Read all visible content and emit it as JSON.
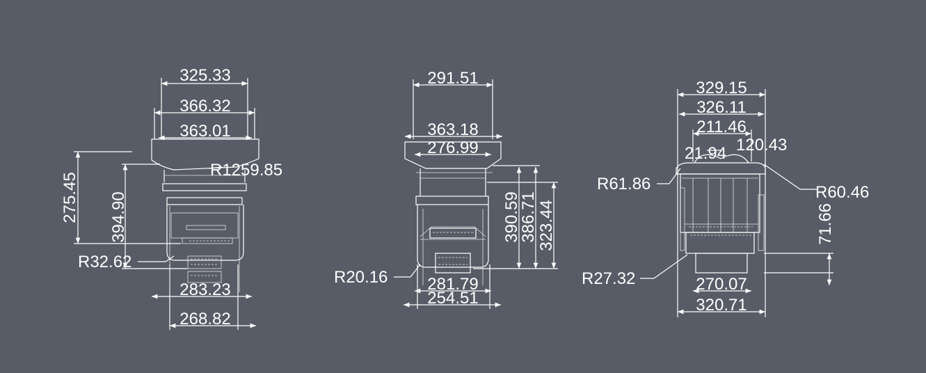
{
  "drawing": {
    "background_color": "#575c66",
    "line_color": "#ffffff",
    "views": {
      "front": {
        "dims": [
          "325.33",
          "366.32",
          "363.01",
          "275.45",
          "394.90",
          "283.23",
          "268.82"
        ],
        "radii": [
          "R1259.85",
          "R32.62"
        ]
      },
      "side": {
        "dims": [
          "291.51",
          "363.18",
          "276.99",
          "390.59",
          "386.71",
          "323.44",
          "281.79",
          "254.51"
        ],
        "radii": [
          "R20.16"
        ]
      },
      "rear": {
        "dims": [
          "329.15",
          "326.11",
          "211.46",
          "21.94",
          "120.43",
          "71.66",
          "270.07",
          "320.71"
        ],
        "radii": [
          "R61.86",
          "R60.46",
          "R27.32"
        ]
      }
    }
  }
}
